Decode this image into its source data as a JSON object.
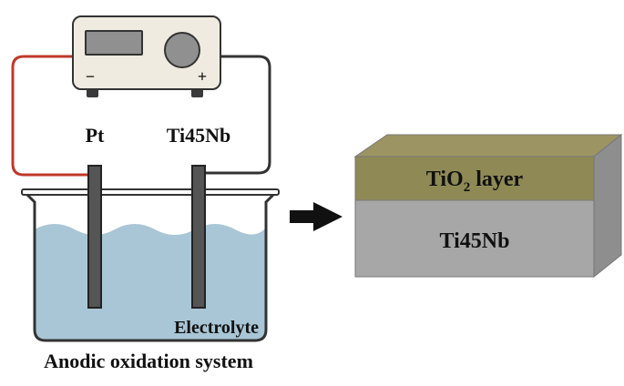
{
  "labels": {
    "electrode_left": "Pt",
    "electrode_right": "Ti45Nb",
    "electrolyte": "Electrolyte",
    "system_caption": "Anodic oxidation system",
    "layer_top_prefix": "TiO",
    "layer_top_subscript": "2",
    "layer_top_suffix": " layer",
    "substrate": "Ti45Nb"
  },
  "power_supply": {
    "negative_terminal": "−",
    "positive_terminal": "+"
  },
  "colors": {
    "wire_negative": "#c0392b",
    "wire_positive": "#333333",
    "electrolyte": "#a9c6d6",
    "oxide_layer": "#8f8a55",
    "substrate": "#a7a7a7",
    "arrow": "#111111"
  },
  "icons": {
    "arrow": "right-arrow-icon",
    "knob": "knob-icon"
  }
}
